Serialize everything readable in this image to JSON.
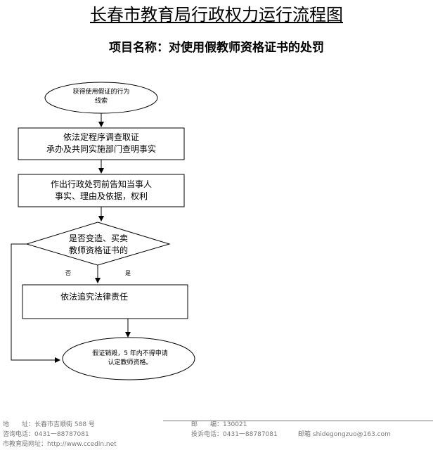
{
  "page": {
    "title": "长春市教育局行政权力运行流程图",
    "subtitle": "项目名称：对使用假教师资格证书的处罚"
  },
  "flow": {
    "start": {
      "line1": "获得使用假证的行为",
      "line2": "线索"
    },
    "step1": {
      "line1": "依法定程序调查取证",
      "line2": "承办及共同实施部门查明事实"
    },
    "step2": {
      "line1": "作出行政处罚前告知当事人",
      "line2": "事实、理由及依据，权利"
    },
    "decision": {
      "line1": "是否变造、买卖",
      "line2": "教师资格证书的"
    },
    "branch_no": "否",
    "branch_yes": "是",
    "step3": {
      "line1": "依法追究法律责任"
    },
    "end": {
      "line1": "假证销毁，5 年内不得申请",
      "line2": "认定教师资格。"
    }
  },
  "footer": {
    "address_label": "地　　址：",
    "address_value": "长春市吉顺街 588 号",
    "postcode_label": "邮　　编：",
    "postcode_value": "130021",
    "consult_label": "咨询电话：",
    "consult_value": "0431一88787081",
    "complaint_label": "投诉电话：",
    "complaint_value": "0431一88787081",
    "email_label": "邮箱",
    "email_value": "shidegongzuo@163.com",
    "website_label": "市教育局网址：",
    "website_value": "http://www.ccedin.net"
  }
}
